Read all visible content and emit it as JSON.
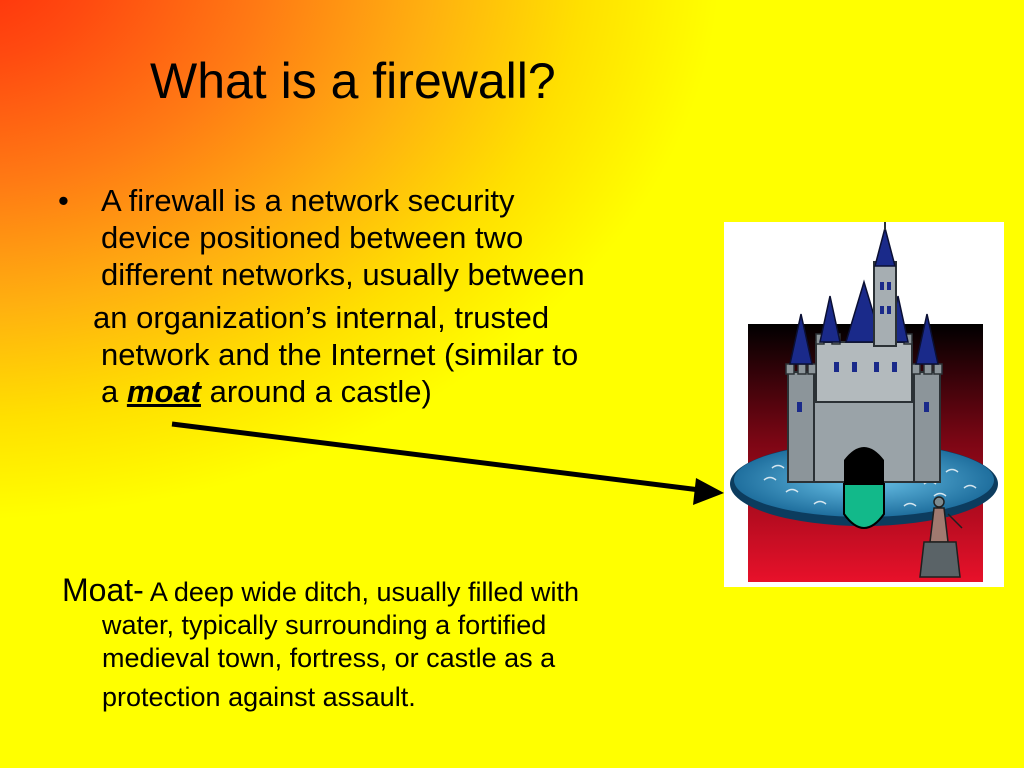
{
  "slide": {
    "title": "What is a firewall?",
    "bullet": {
      "marker": "•",
      "line1": "A firewall is a network security",
      "line2": "device positioned between two",
      "line3": "different networks, usually between",
      "line4": "an organization’s internal, trusted",
      "line5": "network and the Internet (similar to",
      "line6_prefix": "a",
      "line6_emphasis": "moat",
      "line6_suffix": "around a castle)"
    },
    "definition": {
      "term": "Moat-",
      "line1": "A deep wide ditch, usually filled with",
      "line2": "water, typically surrounding a fortified",
      "line3": "medieval town, fortress, or castle as a",
      "line4": "protection against assault."
    },
    "illustration": {
      "icon": "castle-with-moat-clipart",
      "arrow_icon": "arrow-right-icon"
    },
    "colors": {
      "background_top_left": "#ff2a0a",
      "background_bottom_right": "#ffff00",
      "text": "#000000",
      "water": "#2e8fbf"
    }
  }
}
